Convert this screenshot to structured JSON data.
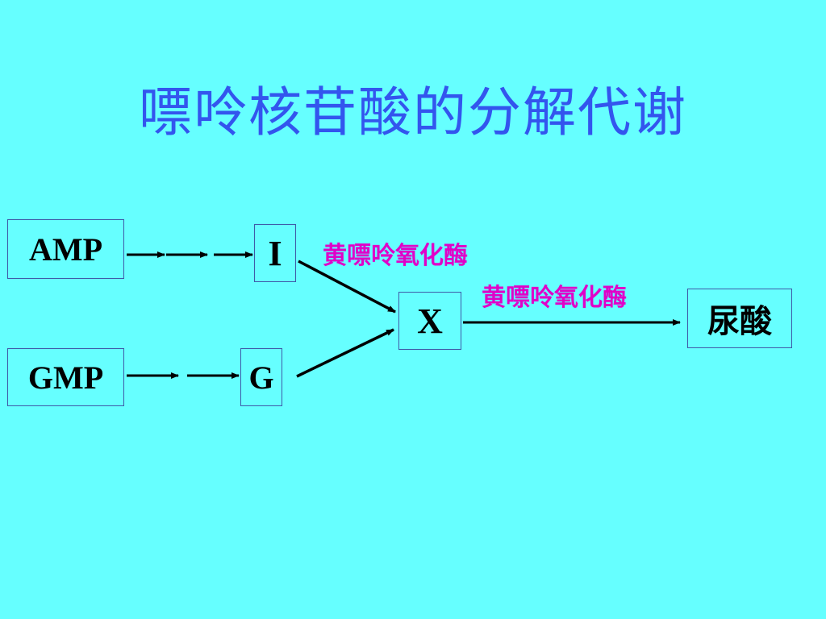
{
  "title": "嘌呤核苷酸的分解代谢",
  "nodes": {
    "amp": "AMP",
    "gmp": "GMP",
    "i": "I",
    "g": "G",
    "x": "X",
    "uric_acid": "尿酸"
  },
  "enzymes": {
    "enzyme_1": "黄嘌呤氧化酶",
    "enzyme_2": "黄嘌呤氧化酶"
  },
  "colors": {
    "background": "#66ffff",
    "title": "#3355ee",
    "enzyme": "#e000c8",
    "box_border": "#3f5aa8",
    "arrow": "#000000"
  }
}
